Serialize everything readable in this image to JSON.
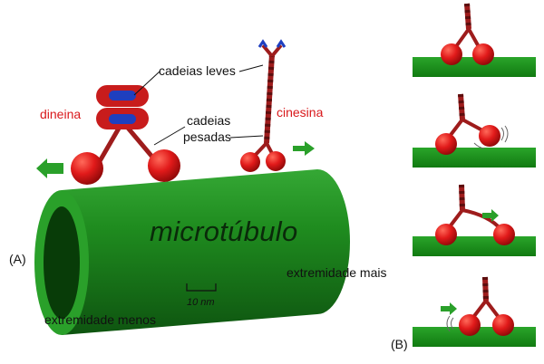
{
  "labels": {
    "dynein": "dineina",
    "kinesin": "cinesina",
    "light_chains": "cadeias leves",
    "heavy_chains_line1": "cadeias",
    "heavy_chains_line2": "pesadas",
    "microtubule": "microtúbulo",
    "plus_end": "extremidade mais",
    "minus_end": "extremidade menos",
    "scale_bar": "10 nm",
    "panel_a": "(A)",
    "panel_b": "(B)"
  },
  "colors": {
    "microtubule": "#1e8a1e",
    "motor_red": "#e01a1a",
    "stalk_red": "#9e1c1c",
    "light_chain_blue": "#1f3fbf",
    "arrow_green": "#2aa02a",
    "label_red": "#d9181b"
  }
}
